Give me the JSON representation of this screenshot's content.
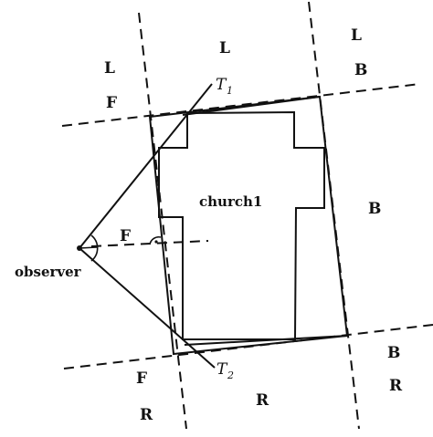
{
  "diagram": {
    "region_labels": {
      "top_left_L": "L",
      "top_left_F": "F",
      "top_mid_L": "L",
      "top_right_L": "L",
      "top_right_B": "B",
      "mid_right_B": "B",
      "bottom_right_B": "B",
      "bottom_right_R": "R",
      "bottom_left_F": "F",
      "bottom_left_R": "R",
      "bottom_mid_R": "R"
    },
    "building_label": "church1",
    "observer_label": "observer",
    "front_label": "F",
    "tangent_top": {
      "name": "T",
      "subscript": "1"
    },
    "tangent_bottom": {
      "name": "T",
      "subscript": "2"
    }
  }
}
